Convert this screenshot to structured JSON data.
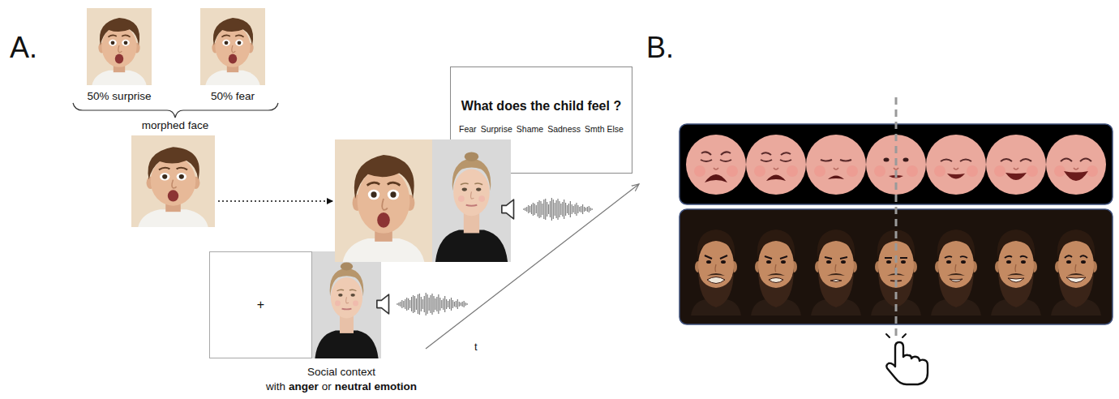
{
  "diagram": {
    "nodes": [
      {
        "text": [
          "What does the child feel ?",
          "Fear",
          "Surprise",
          "Shame",
          "Sadness",
          "Smth Else"
        ]
      },
      {
        "text": [
          "+"
        ]
      }
    ],
    "labels": [
      "A.",
      "50% surprise",
      "50% fear",
      "morphed face",
      "Social context",
      "with",
      "anger",
      "or",
      "neutral emotion",
      "t",
      "B."
    ]
  }
}
